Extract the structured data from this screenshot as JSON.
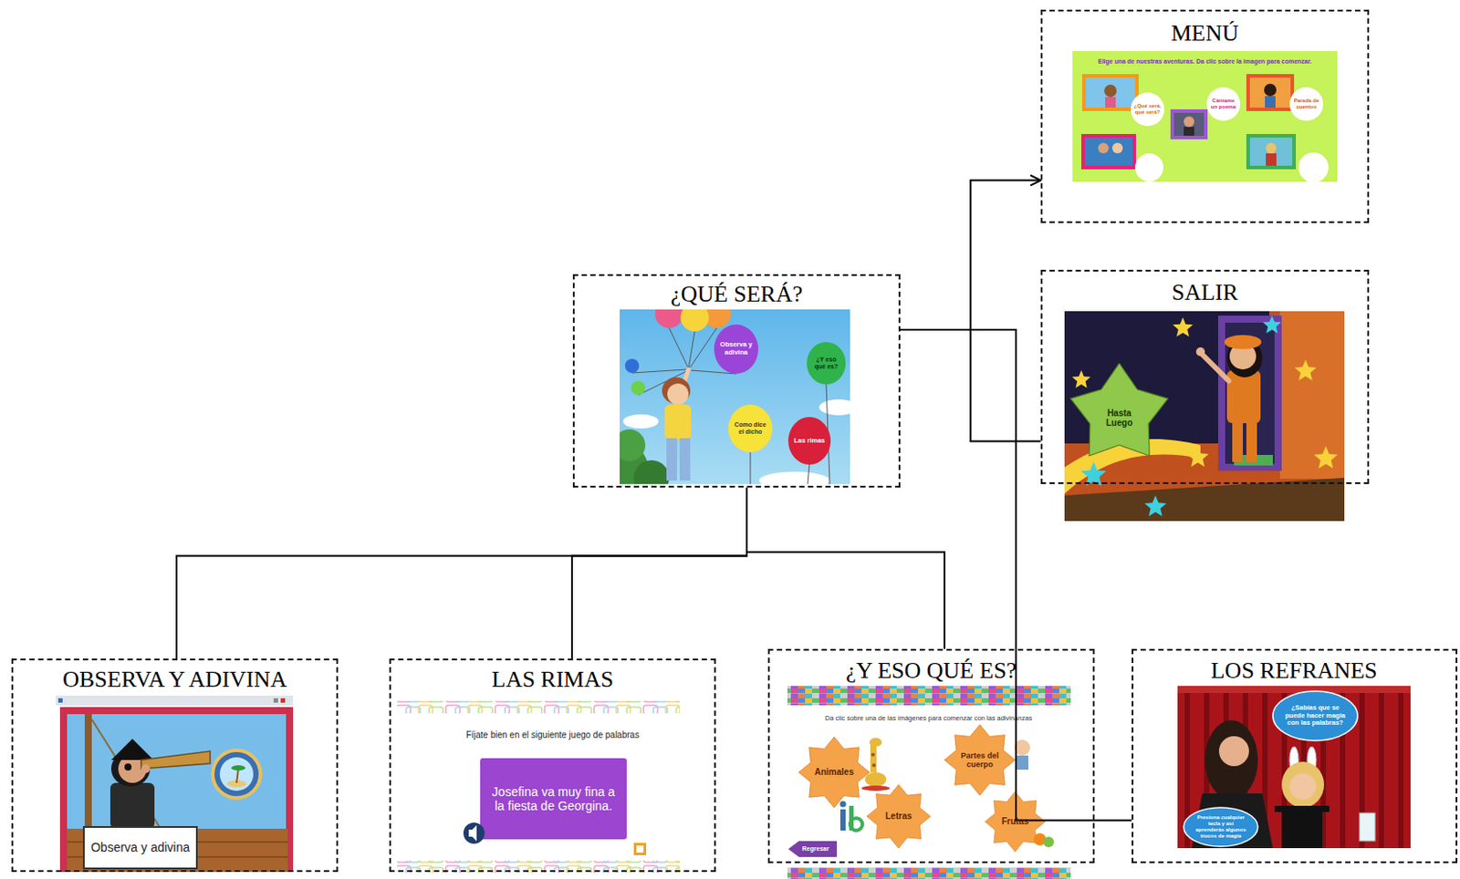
{
  "diagram": {
    "nodes": [
      {
        "text": [
          "MENÚ",
          "Elige una de nuestras aventuras. Da clic sobre la imagen para comenzar.",
          "¿Qué será, qué será?",
          "Cántame un poema",
          "Parada de cuentos"
        ]
      },
      {
        "text": [
          "¿QUÉ SERÁ?",
          "Observa y adivina",
          "¿Y eso qué es?",
          "Como dice el dicho",
          "Las rimas"
        ]
      },
      {
        "text": [
          "SALIR",
          "Hasta Luego"
        ]
      },
      {
        "text": [
          "OBSERVA Y ADIVINA",
          "Observa y adivina"
        ]
      },
      {
        "text": [
          "LAS RIMAS",
          "Fíjate bien en el siguiente juego de palabras",
          "Josefina va muy fina a la fiesta de Georgina."
        ]
      },
      {
        "text": [
          "¿Y ESO QUÉ ES?",
          "Da clic sobre una de las imágenes para comenzar con las adivinanzas",
          "Animales",
          "Partes del cuerpo",
          "Letras",
          "Frutas",
          "Regresar"
        ]
      },
      {
        "text": [
          "LOS REFRANES",
          "¿Sabías que se puede hacer magia con las palabras?",
          "Presiona cualquier tecla y así aprenderás algunos trucos de magia"
        ]
      }
    ],
    "edges": [
      {
        "from": 1,
        "to": 0,
        "arrow": "to"
      },
      {
        "from": 1,
        "to": 2,
        "arrow": "none"
      },
      {
        "from": 1,
        "to": 3,
        "arrow": "none"
      },
      {
        "from": 1,
        "to": 4,
        "arrow": "none"
      },
      {
        "from": 1,
        "to": 5,
        "arrow": "none"
      },
      {
        "from": 1,
        "to": 6,
        "arrow": "none"
      }
    ]
  }
}
